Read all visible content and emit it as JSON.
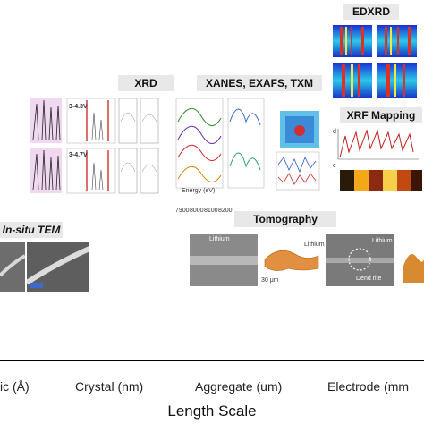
{
  "labels": {
    "xrd": "XRD",
    "xanes": "XANES, EXAFS, TXM",
    "edxrd": "EDXRD",
    "xrf": "XRF Mapping",
    "tem": "In-situ TEM",
    "tomography": "Tomography"
  },
  "xrd_panel": {
    "voltage_top": "3-4.3V",
    "voltage_bottom": "3-4.7V"
  },
  "xanes_panel": {
    "energy_label": "Energy (eV)",
    "ticks": [
      "7900",
      "8000",
      "8100",
      "8200"
    ]
  },
  "xrf_panel": {
    "tag_d": "d",
    "tag_e": "e"
  },
  "tomography_panel": {
    "tag_lithium_1": "Lithium",
    "tag_lithium_2": "Lithium",
    "tag_lithium_3": "Lithium",
    "tag_scale": "30 μm",
    "tag_dend": "Dend rite"
  },
  "axis": {
    "scale_labels": [
      "ic (Å)",
      "Crystal (nm)",
      "Aggregate (um)",
      "Electrode (mm"
    ],
    "title": "Length Scale"
  }
}
